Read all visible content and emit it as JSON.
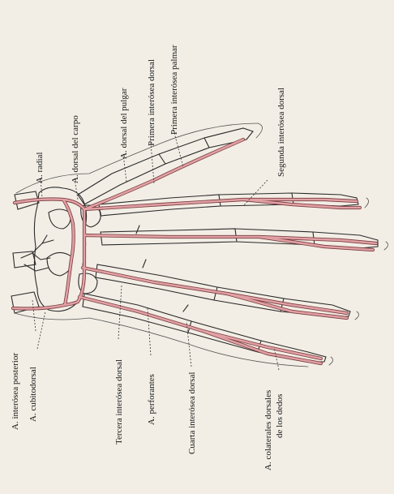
{
  "figure": {
    "labels": {
      "radial": "A. radial",
      "dorsal_carpo": "A. dorsal del carpo",
      "dorsal_pulgar": "A. dorsal del pulgar",
      "primera_interosea_dorsal": "Primera interósea dorsal",
      "primera_interosea_palmar": "Primera interósea palmar",
      "segunda_interosea_dorsal": "Segunda interósea dorsal",
      "interosea_posterior": "A. interósea posterior",
      "cubitodorsal": "A. cubitodorsal",
      "tercera_interosea_dorsal": "Tercera interósea dorsal",
      "perforantes": "A. perforantes",
      "cuarta_interosea_dorsal": "Cuarta interósea dorsal",
      "colaterales_1": "A. colaterales dorsales",
      "colaterales_2": "de los dedos"
    },
    "colors": {
      "artery": "#e0a0a4",
      "artery_outline": "#7a3a3e",
      "bone_outline": "#2a2a2a",
      "paper": "#f2eee5",
      "leader": "#333333"
    }
  }
}
